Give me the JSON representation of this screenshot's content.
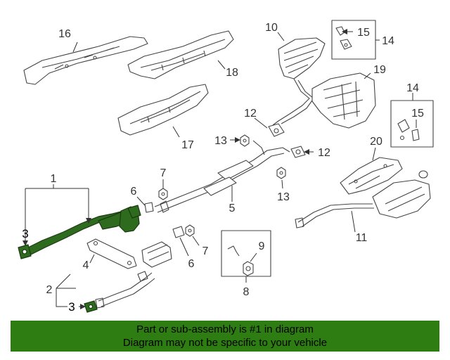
{
  "diagram": {
    "callouts": {
      "c1": "1",
      "c2": "2",
      "c3a": "3",
      "c3b": "3",
      "c4": "4",
      "c5": "5",
      "c6a": "6",
      "c6b": "6",
      "c7a": "7",
      "c7b": "7",
      "c8": "8",
      "c9": "9",
      "c10": "10",
      "c11": "11",
      "c12a": "12",
      "c12b": "12",
      "c13a": "13",
      "c13b": "13",
      "c14a": "14",
      "c14b": "14",
      "c15a": "15",
      "c15b": "15",
      "c16": "16",
      "c17": "17",
      "c18": "18",
      "c19": "19",
      "c20": "20"
    },
    "highlight_color": "#2e6b1f"
  },
  "banner": {
    "line1": "Part or sub-assembly is #1 in diagram",
    "line2": "Diagram may not be specific to your vehicle",
    "bg_color": "#2e7d12"
  }
}
